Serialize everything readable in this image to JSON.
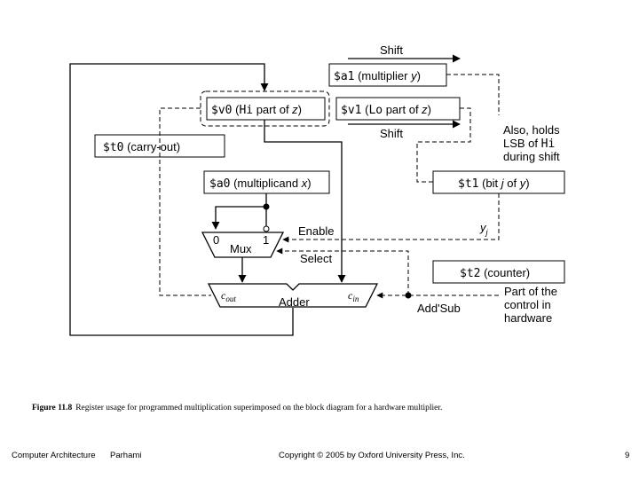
{
  "diagram": {
    "shift_top": "Shift",
    "shift_bottom": "Shift",
    "reg_a1": {
      "name": "$a1",
      "desc": " (multiplier ",
      "var": "y",
      "close": ")"
    },
    "reg_v0": {
      "name": "$v0",
      "desc_pre": " (",
      "hi": "Hi",
      "desc_mid": " part of ",
      "var": "z",
      "close": ")"
    },
    "reg_v1": {
      "name": "$v1",
      "desc_pre": " (",
      "lo": "Lo",
      "desc_mid": " part of ",
      "var": "z",
      "close": ")"
    },
    "reg_t0": {
      "name": "$t0",
      "desc": " (carry-out)"
    },
    "reg_a0": {
      "name": "$a0",
      "desc": " (multiplicand ",
      "var": "x",
      "close": ")"
    },
    "reg_t1": {
      "name": "$t1",
      "desc": " (bit ",
      "var": "j",
      "desc2": " of ",
      "var2": "y",
      "close": ")"
    },
    "reg_t2": {
      "name": "$t2",
      "desc": " (counter)"
    },
    "note_also_1": "Also, holds",
    "note_also_2": "LSB of",
    "note_also_hi": "Hi",
    "note_also_3": "during shift",
    "yj": "y",
    "yj_sub": "j",
    "mux": {
      "label": "Mux",
      "in0": "0",
      "in1": "1"
    },
    "enable": "Enable",
    "select": "Select",
    "adder": {
      "label": "Adder",
      "cout": "c",
      "cout_sub": "out",
      "cin": "c",
      "cin_sub": "in"
    },
    "addsub": "Add'Sub",
    "note_part_1": "Part of the",
    "note_part_2": "control in",
    "note_part_3": "hardware"
  },
  "caption": {
    "label": "Figure 11.8",
    "text": "Register usage for programmed multiplication superimposed on the block diagram for a hardware multiplier."
  },
  "footer": {
    "course": "Computer Architecture",
    "author": "Parhami",
    "copyright": "Copyright © 2005 by Oxford University Press, Inc.",
    "page": "9"
  }
}
